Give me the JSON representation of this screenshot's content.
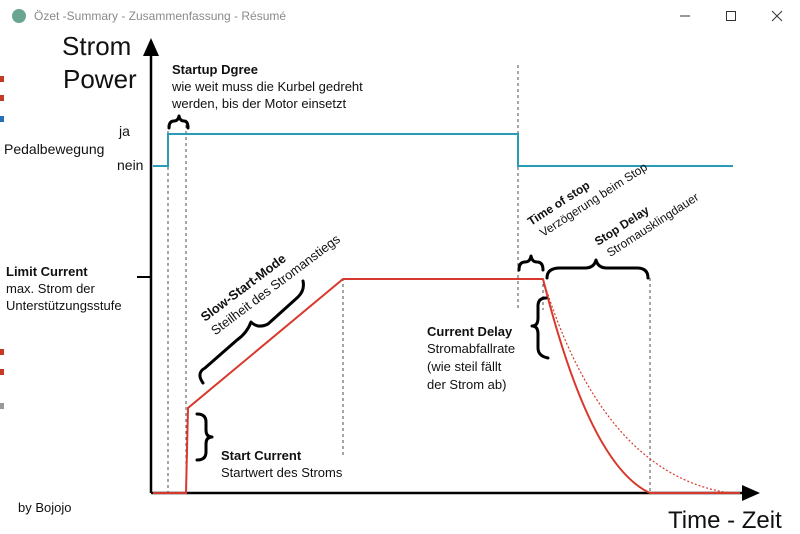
{
  "window": {
    "title": "Özet -Summary - Zusammenfassung - Résumé",
    "icon": "gear-app-icon"
  },
  "diagram": {
    "y_axis_label_1": "Strom",
    "y_axis_label_2": "Power",
    "x_axis_label": "Time - Zeit",
    "pedal_label": "Pedalbewegung",
    "pedal_yes": "ja",
    "pedal_no": "nein",
    "startup_title": "Startup Dgree",
    "startup_desc_1": "wie weit muss die Kurbel gedreht",
    "startup_desc_2": "werden, bis der Motor einsetzt",
    "limit_title": "Limit Current",
    "limit_desc_1": "max. Strom der",
    "limit_desc_2": "Unterstützungsstufe",
    "slow_start_title": "Slow-Start-Mode",
    "slow_start_desc": "Steilheit des Stromanstiegs",
    "start_current_title": "Start Current",
    "start_current_desc": "Startwert des Stroms",
    "time_of_stop_title": "Time of stop",
    "time_of_stop_desc": "Verzögerung beim Stop",
    "stop_delay_title": "Stop Delay",
    "stop_delay_desc": "Stromausklingdauer",
    "current_delay_title": "Current Delay",
    "current_delay_desc_1": "Stromabfallrate",
    "current_delay_desc_2": "(wie steil fällt",
    "current_delay_desc_3": "der Strom ab)",
    "credit": "by Bojojo"
  },
  "colors": {
    "pedal_line": "#2a9bb5",
    "current_line": "#d9392c",
    "axis": "#000000"
  }
}
